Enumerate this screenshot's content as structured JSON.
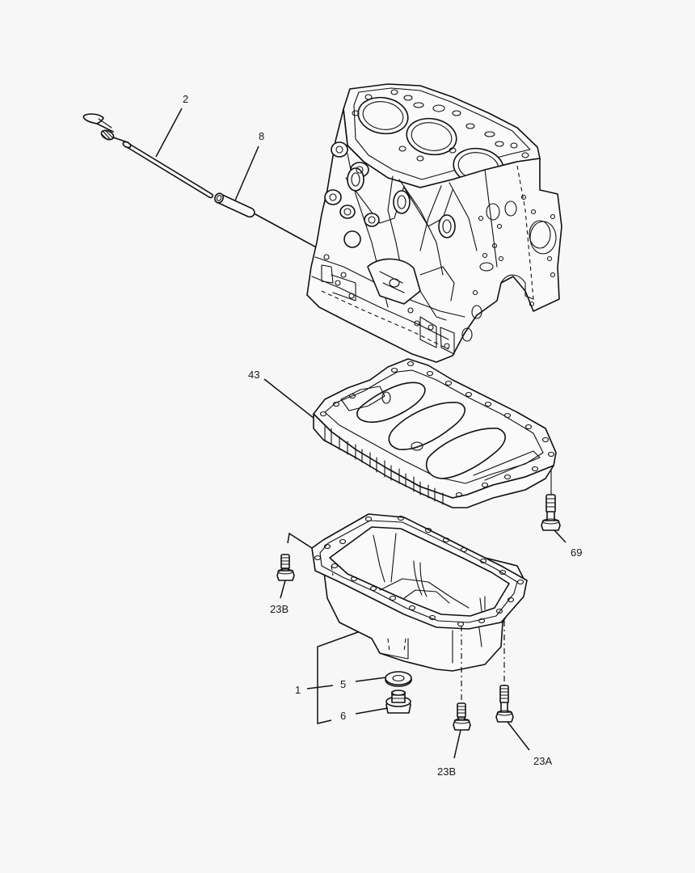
{
  "diagram": {
    "type": "exploded-parts-diagram",
    "subject": "Engine cylinder block, oil pan and dipstick assembly",
    "background_color": "#f7f7f7",
    "line_color": "#111111",
    "parts": [
      {
        "id": "dipstick",
        "callout": "2",
        "description": "Oil level dipstick"
      },
      {
        "id": "dipstick-tube",
        "callout": "8",
        "description": "Dipstick guide tube"
      },
      {
        "id": "cylinder-block",
        "callout": "",
        "description": "3-cylinder engine block"
      },
      {
        "id": "oil-pan-adapter",
        "callout": "43",
        "description": "Oil pan adapter / ladder frame"
      },
      {
        "id": "adapter-bolt",
        "callout": "69",
        "description": "Adapter flange bolt"
      },
      {
        "id": "oil-pan",
        "callout": "1",
        "description": "Oil pan (assembly with 5 and 6)"
      },
      {
        "id": "drain-washer",
        "callout": "5",
        "description": "Drain plug washer"
      },
      {
        "id": "drain-plug",
        "callout": "6",
        "description": "Drain plug"
      },
      {
        "id": "pan-bolt-left",
        "callout": "23B",
        "description": "Oil pan flange bolt"
      },
      {
        "id": "pan-bolt-bottom",
        "callout": "23B",
        "description": "Oil pan flange bolt"
      },
      {
        "id": "pan-bolt-long",
        "callout": "23A",
        "description": "Oil pan flange bolt (long)"
      }
    ]
  },
  "callouts": {
    "c2": "2",
    "c8": "8",
    "c43": "43",
    "c69": "69",
    "c23b_left": "23B",
    "c1": "1",
    "c5": "5",
    "c6": "6",
    "c23b_bottom": "23B",
    "c23a": "23A"
  }
}
